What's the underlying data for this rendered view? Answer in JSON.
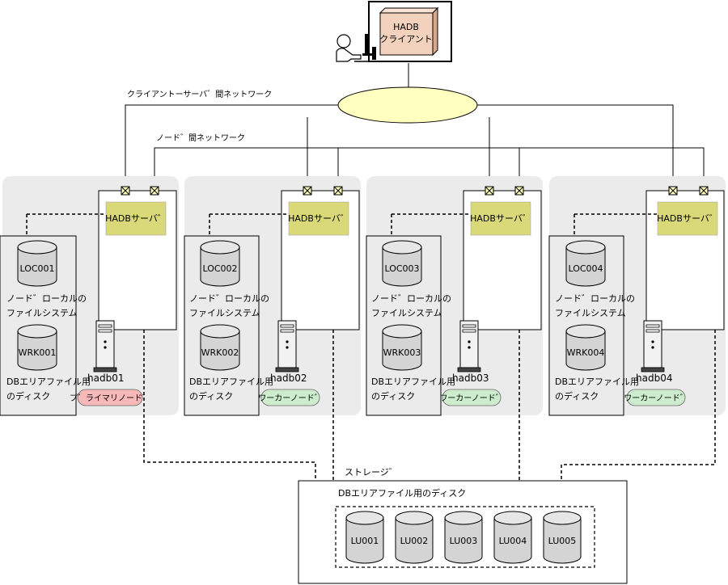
{
  "client": {
    "box_line1": "HADB",
    "box_line2": "クライアント"
  },
  "networks": {
    "client_server": "クライアントーサーバ゛間ネットワーク",
    "inter_node": "ノード゛間ネットワーク"
  },
  "nodes": [
    {
      "server": "HADBサーバ゛",
      "loc": "LOC001",
      "local_fs_1": "ノード゛ローカルの",
      "local_fs_2": "ファイルシステム",
      "wrk": "WRK001",
      "db_disk_1": "DBエリアファイル用",
      "db_disk_2": "のディスク",
      "host": "hadb01",
      "role": "プ゛ライマリノード゛"
    },
    {
      "server": "HADBサーバ゛",
      "loc": "LOC002",
      "local_fs_1": "ノード゛ローカルの",
      "local_fs_2": "ファイルシステム",
      "wrk": "WRK002",
      "db_disk_1": "DBエリアファイル用",
      "db_disk_2": "のディスク",
      "host": "hadb02",
      "role": "ワーカーノード゛"
    },
    {
      "server": "HADBサーバ゛",
      "loc": "LOC003",
      "local_fs_1": "ノード゛ローカルの",
      "local_fs_2": "ファイルシステム",
      "wrk": "WRK003",
      "db_disk_1": "DBエリアファイル用",
      "db_disk_2": "のディスク",
      "host": "hadb03",
      "role": "ワーカーノード゛"
    },
    {
      "server": "HADBサーバ゛",
      "loc": "LOC004",
      "local_fs_1": "ノード゛ローカルの",
      "local_fs_2": "ファイルシステム",
      "wrk": "WRK004",
      "db_disk_1": "DBエリアファイル用",
      "db_disk_2": "のディスク",
      "host": "hadb04",
      "role": "ワーカーノード゛"
    }
  ],
  "storage": {
    "title": "ストレージ゛",
    "db_disk": "DBエリアファイル用のディスク",
    "lus": [
      "LU001",
      "LU002",
      "LU003",
      "LU004",
      "LU005"
    ]
  },
  "colors": {
    "node_bg": "#ebebeb",
    "server_fill": "#d9d97a",
    "primary_badge": "#f7b8b8",
    "worker_badge": "#cdeccd",
    "cylinder": "#d4d4d4",
    "client_box": "#f2d2bd",
    "network_ellipse": "#ffffc0"
  },
  "icons": {
    "user": "person-at-computer-icon",
    "server": "server-tower-icon",
    "connector": "network-port-icon"
  }
}
